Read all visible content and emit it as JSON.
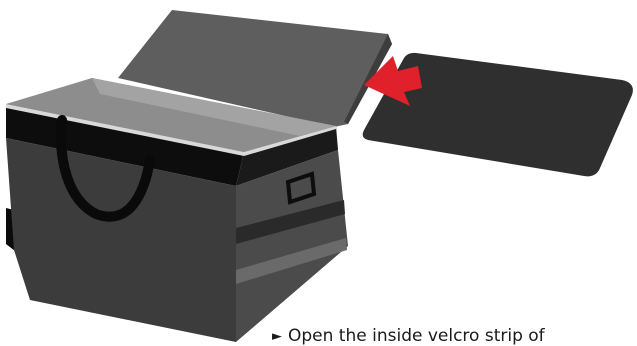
{
  "caption": {
    "bullet": "►",
    "text": "Open the inside velcro strip of"
  },
  "colors": {
    "body_dark": "#3a3a3a",
    "body_mid": "#4a4a4a",
    "lid_face": "#5e5e5e",
    "panel": "#2f2f2f",
    "interior": "#8c8c8c",
    "arrow": "#e0202a",
    "strap": "#0a0a0a"
  },
  "icons": {
    "arrow": "red-arrow-icon",
    "cooler": "insulated-cooler-box",
    "panel": "insert-panel"
  }
}
